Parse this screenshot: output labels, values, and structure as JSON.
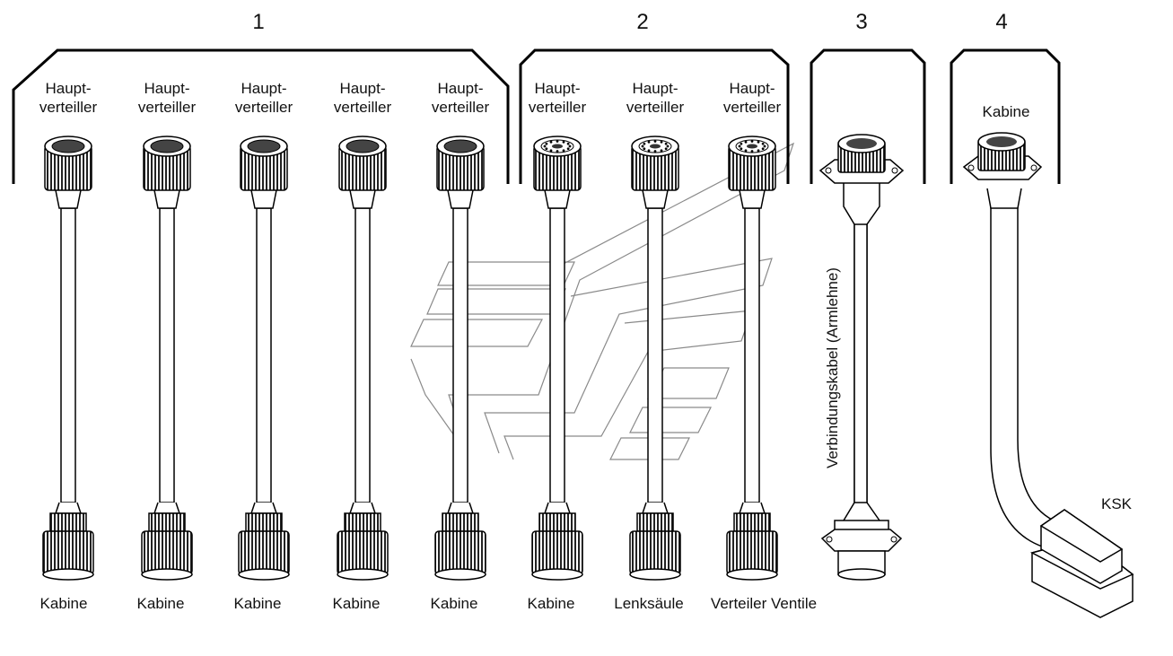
{
  "groups": [
    {
      "number": "1"
    },
    {
      "number": "2"
    },
    {
      "number": "3"
    },
    {
      "number": "4"
    }
  ],
  "cables": [
    {
      "top_line1": "Haupt-",
      "top_line2": "verteiller",
      "bottom": "Kabine"
    },
    {
      "top_line1": "Haupt-",
      "top_line2": "verteiller",
      "bottom": "Kabine"
    },
    {
      "top_line1": "Haupt-",
      "top_line2": "verteiller",
      "bottom": "Kabine"
    },
    {
      "top_line1": "Haupt-",
      "top_line2": "verteiller",
      "bottom": "Kabine"
    },
    {
      "top_line1": "Haupt-",
      "top_line2": "verteiller",
      "bottom": "Kabine"
    },
    {
      "top_line1": "Haupt-",
      "top_line2": "verteiller",
      "bottom": "Kabine"
    },
    {
      "top_line1": "Haupt-",
      "top_line2": "verteiller",
      "bottom": "Lenksäule"
    },
    {
      "top_line1": "Haupt-",
      "top_line2": "verteiller",
      "bottom": "Verteiler Ventile"
    }
  ],
  "cable3": {
    "vertical_label": "Verbindungskabel (Armlehne)"
  },
  "cable4": {
    "top_label": "Kabine",
    "bottom_label": "KSK"
  }
}
